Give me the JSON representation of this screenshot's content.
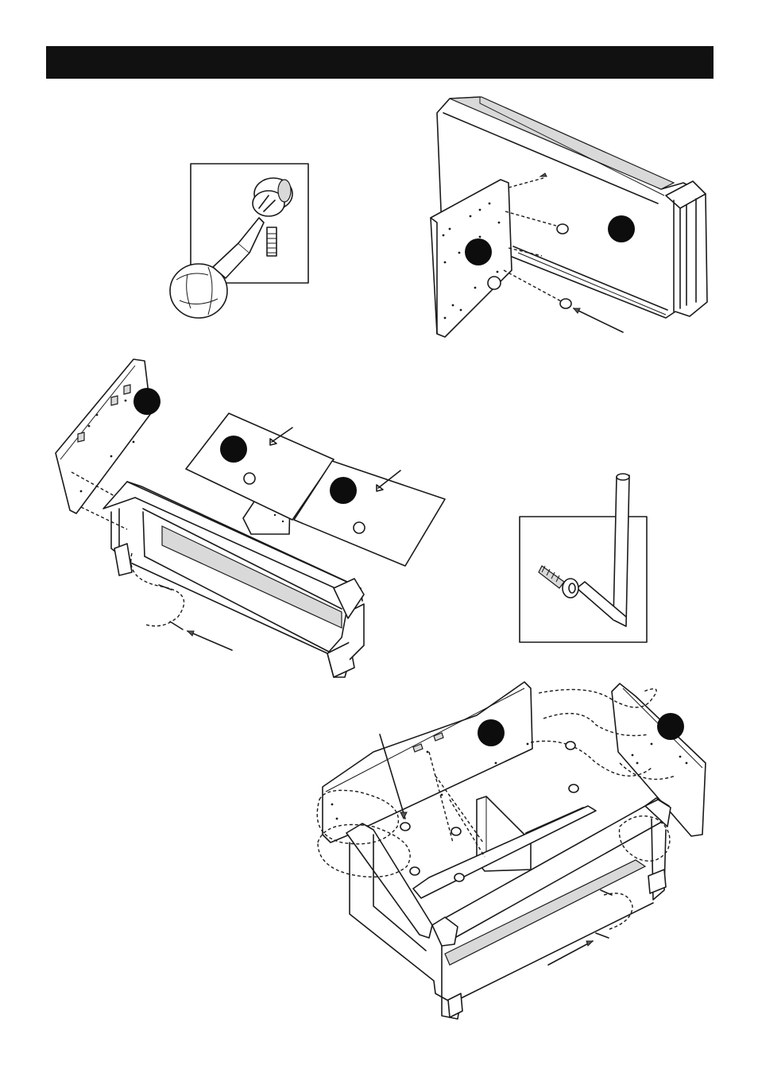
{
  "page": {
    "header": {
      "title": ""
    },
    "callouts": [
      {
        "name": "callout-part-side-panel-step1",
        "label": ""
      },
      {
        "name": "callout-part-back-panel-step1",
        "label": ""
      },
      {
        "name": "callout-part-side-panel-step2",
        "label": ""
      },
      {
        "name": "callout-part-shelf-left",
        "label": ""
      },
      {
        "name": "callout-part-shelf-right",
        "label": ""
      },
      {
        "name": "callout-part-back-panel-step3",
        "label": ""
      },
      {
        "name": "callout-part-side-panel-step3",
        "label": ""
      }
    ]
  }
}
